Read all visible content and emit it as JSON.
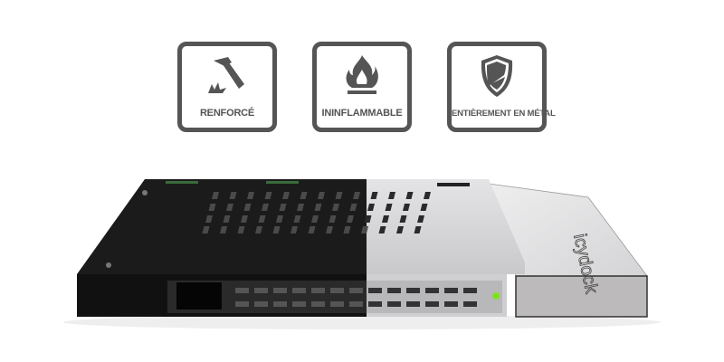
{
  "features": [
    {
      "label": "RENFORCÉ",
      "icon": "hammer-icon"
    },
    {
      "label": "ININFLAMMABLE",
      "icon": "flame-icon"
    },
    {
      "label": "ENTIÈREMENT EN MÉTAL",
      "icon": "shield-icon"
    }
  ],
  "product": {
    "logo_text": "icydock",
    "led_color": "#7fe020"
  },
  "colors": {
    "badge": "#555555",
    "black_shell": "#1b1b1b",
    "silver_shell": "#d6d6d8"
  }
}
